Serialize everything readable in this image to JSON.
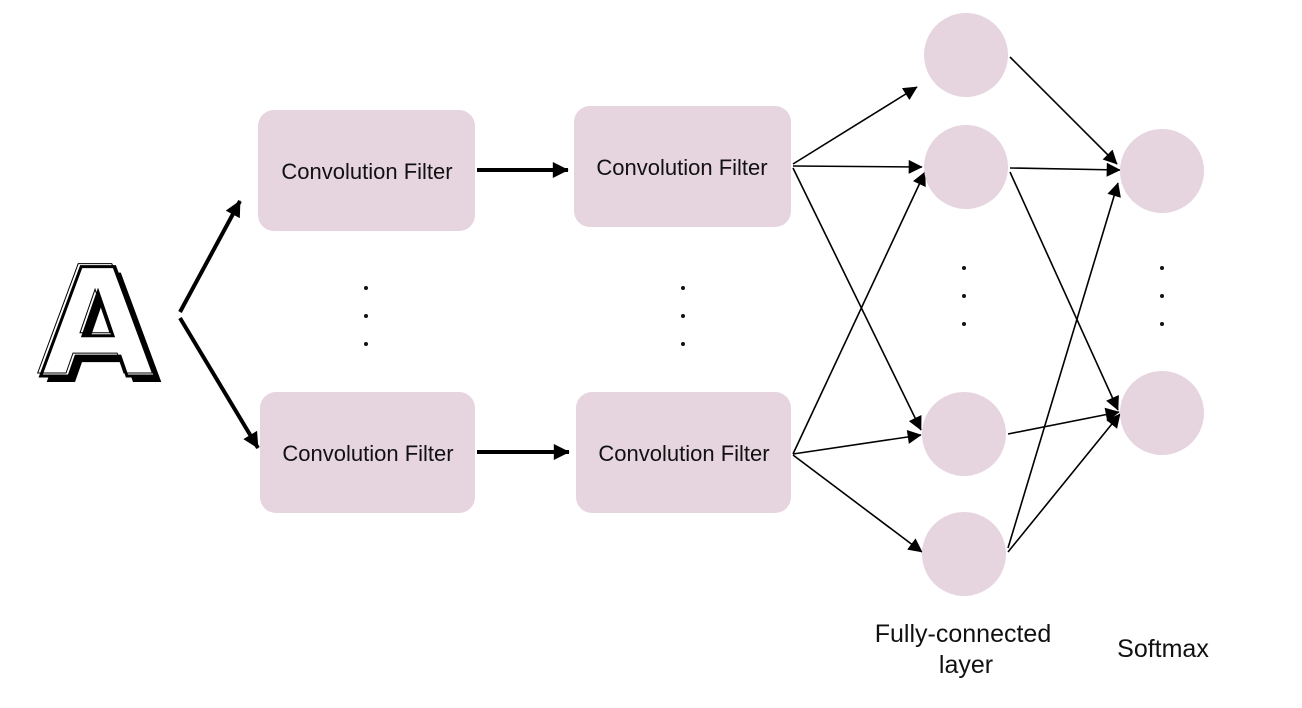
{
  "colors": {
    "node_fill": "#e6d4df",
    "edge": "#000000",
    "text": "#111111"
  },
  "input": {
    "icon": "letter-a-outline-icon",
    "glyph": "A"
  },
  "filters": {
    "top_left": "Convolution Filter",
    "top_right": "Convolution Filter",
    "bottom_left": "Convolution Filter",
    "bottom_right": "Convolution Filter"
  },
  "labels": {
    "fc_line1": "Fully-connected",
    "fc_line2": "layer",
    "softmax": "Softmax"
  }
}
